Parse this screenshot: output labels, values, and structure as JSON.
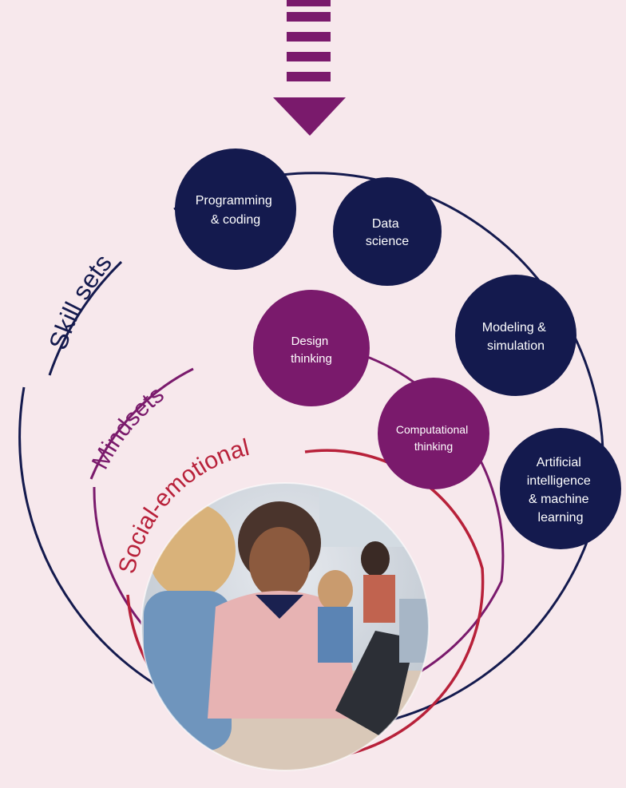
{
  "colors": {
    "background": "#f7e8ec",
    "arrow": "#7a1a6c",
    "skill_sets": "#141a4e",
    "mindsets": "#7a1a6c",
    "social_emotional": "#b8213a"
  },
  "layers": {
    "skill_sets": "Skill sets",
    "mindsets": "Mindsets",
    "social_emotional": "Social-emotional"
  },
  "skill_nodes": [
    {
      "lines": [
        "Programming",
        "& coding"
      ]
    },
    {
      "lines": [
        "Data",
        "science"
      ]
    },
    {
      "lines": [
        "Modeling &",
        "simulation"
      ]
    },
    {
      "lines": [
        "Artificial",
        "intelligence",
        "& machine",
        "learning"
      ]
    }
  ],
  "mindset_nodes": [
    {
      "lines": [
        "Design",
        "thinking"
      ]
    },
    {
      "lines": [
        "Computational",
        "thinking"
      ]
    }
  ],
  "photo": {
    "description_icon": "students-with-tablet-photo"
  }
}
